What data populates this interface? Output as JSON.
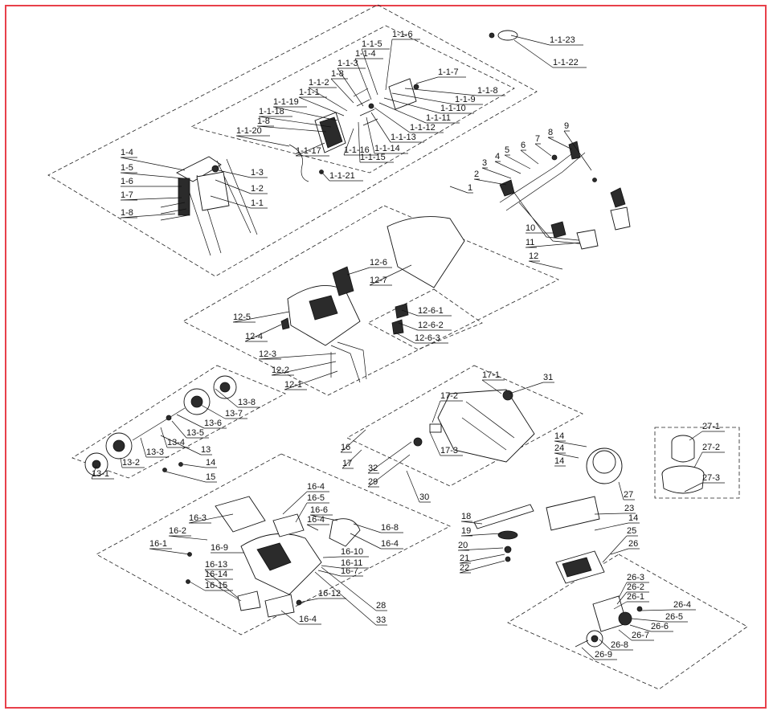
{
  "border_color": "#e8404a",
  "callouts": [
    "1-1-6",
    "1-1-5",
    "1-1-4",
    "1-1-3",
    "1-8",
    "1-1-2",
    "1-1-1",
    "1-1-19",
    "1-1-18",
    "1-8",
    "1-1-20",
    "1-1-17",
    "1-1-16",
    "1-1-15",
    "1-1-14",
    "1-1-13",
    "1-1-12",
    "1-1-11",
    "1-1-10",
    "1-1-9",
    "1-1-8",
    "1-1-7",
    "1-1-21",
    "1-1-23",
    "1-1-22",
    "1-4",
    "1-5",
    "1-6",
    "1-7",
    "1-8",
    "1-3",
    "1-2",
    "1-1",
    "1",
    "2",
    "3",
    "4",
    "5",
    "6",
    "7",
    "8",
    "9",
    "10",
    "11",
    "12",
    "12-6",
    "12-7",
    "12-5",
    "12-4",
    "12-3",
    "12-2",
    "12-1",
    "12-6-1",
    "12-6-2",
    "12-6-3",
    "13-8",
    "13-7",
    "13-6",
    "13-5",
    "13-4",
    "13-3",
    "13",
    "13-2",
    "13-1",
    "14",
    "15",
    "17-1",
    "31",
    "17-2",
    "17-3",
    "16",
    "17",
    "14",
    "24",
    "14",
    "32",
    "29",
    "30",
    "27-1",
    "27-2",
    "27-3",
    "27",
    "23",
    "18",
    "19",
    "20",
    "21",
    "22",
    "14",
    "25",
    "26",
    "16-4",
    "16-5",
    "16-6",
    "16-4",
    "16-3",
    "16-2",
    "16-1",
    "16-9",
    "16-8",
    "16-4",
    "16-10",
    "16-11",
    "16-7",
    "16-13",
    "16-14",
    "16-15",
    "16-12",
    "28",
    "33",
    "16-4",
    "26-3",
    "26-2",
    "26-1",
    "26-4",
    "26-5",
    "26-6",
    "26-7",
    "26-8",
    "26-9"
  ]
}
